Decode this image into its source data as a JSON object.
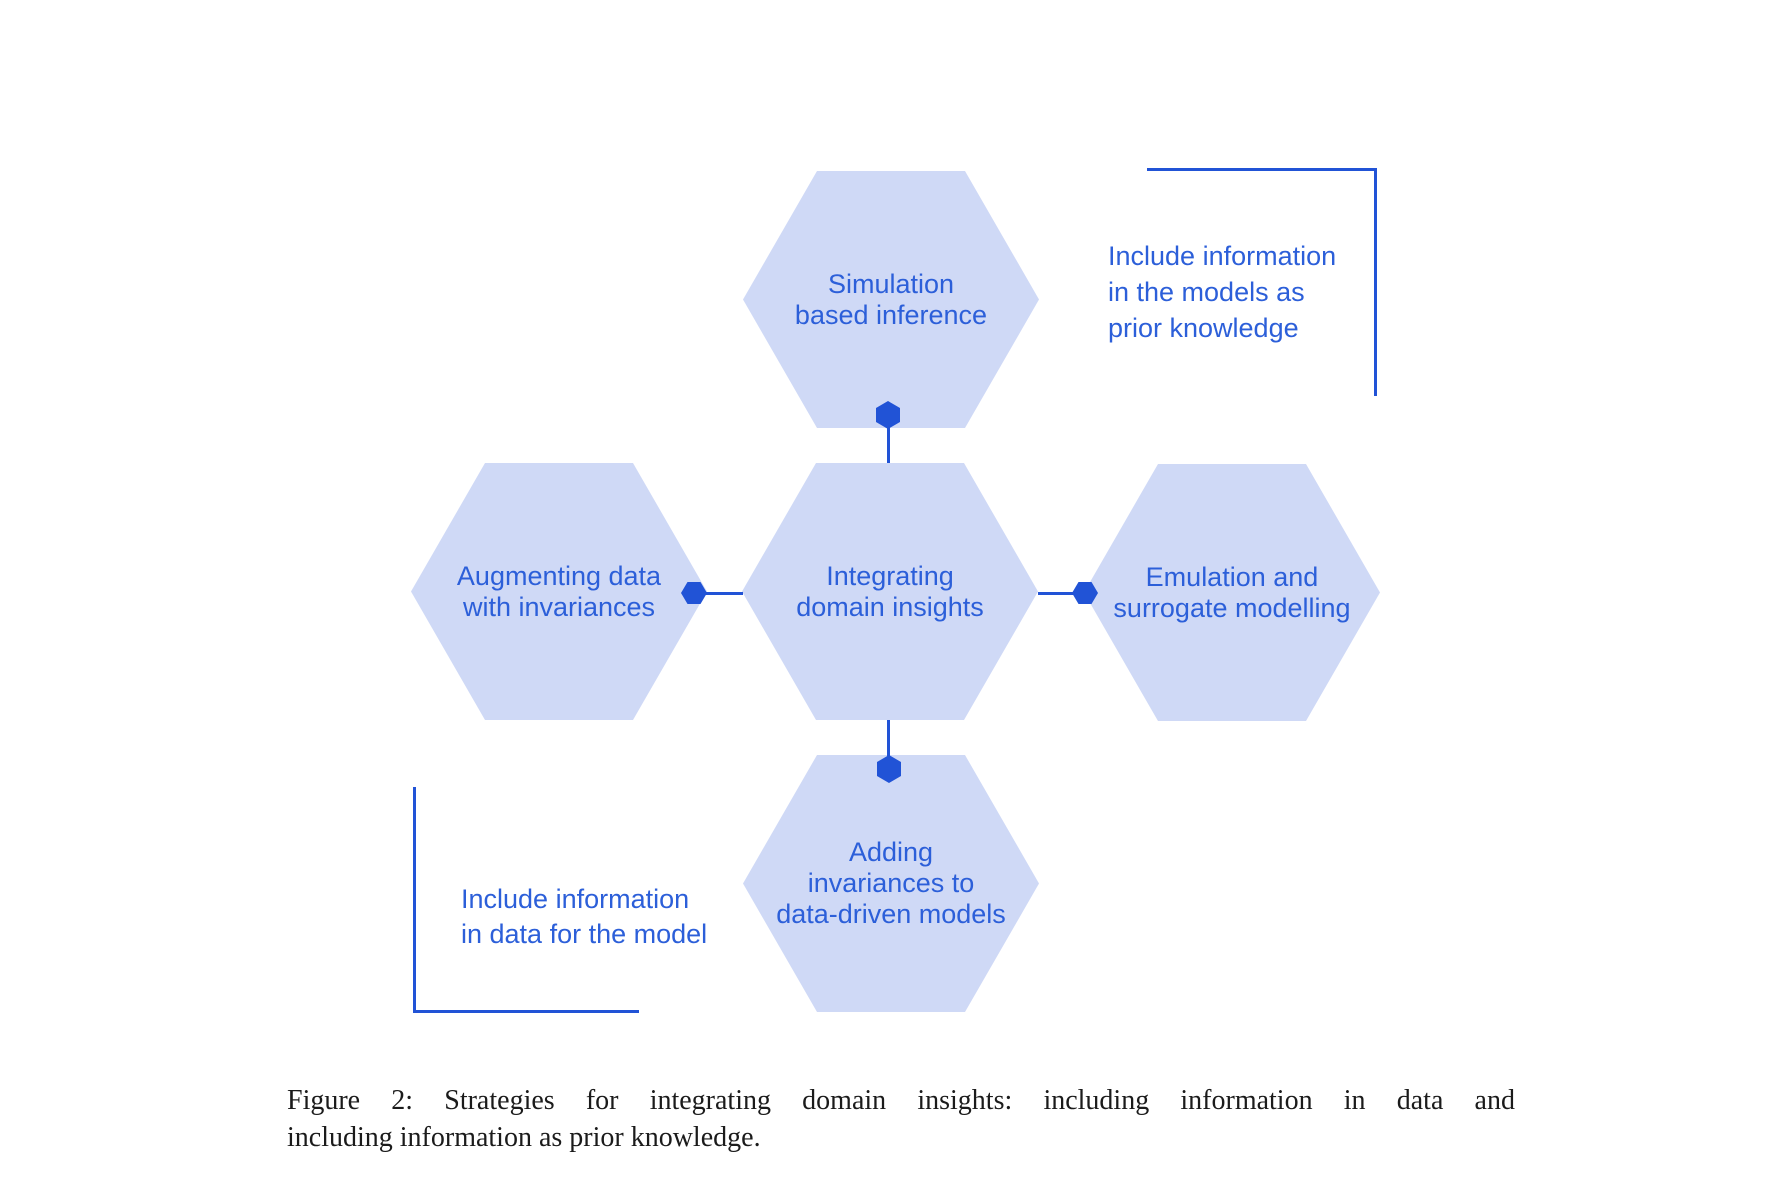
{
  "figure": {
    "type": "hexagon-diagram",
    "colors": {
      "hexagon_fill": "#cfd9f6",
      "accent_blue": "#2153d6",
      "label_text_blue": "#2c5fd9",
      "caption_text": "#1b1b1b",
      "background": "#ffffff"
    },
    "hexagons": [
      {
        "id": "top",
        "lines": [
          "Simulation",
          "based inference"
        ]
      },
      {
        "id": "left",
        "lines": [
          "Augmenting data",
          "with invariances"
        ]
      },
      {
        "id": "center",
        "lines": [
          "Integrating",
          "domain insights"
        ]
      },
      {
        "id": "right",
        "lines": [
          "Emulation and",
          "surrogate modelling"
        ]
      },
      {
        "id": "bottom",
        "lines": [
          "Adding",
          "invariances to",
          "data-driven models"
        ]
      }
    ],
    "annotations": {
      "prior_knowledge": {
        "lines": [
          "Include information",
          "in the models as",
          "prior knowledge"
        ]
      },
      "data_for_model": {
        "lines": [
          "Include information",
          "in data for the model"
        ]
      }
    },
    "caption": {
      "line1": "Figure 2: Strategies for integrating domain insights: including information in data and",
      "line2": "including information as prior knowledge."
    }
  }
}
